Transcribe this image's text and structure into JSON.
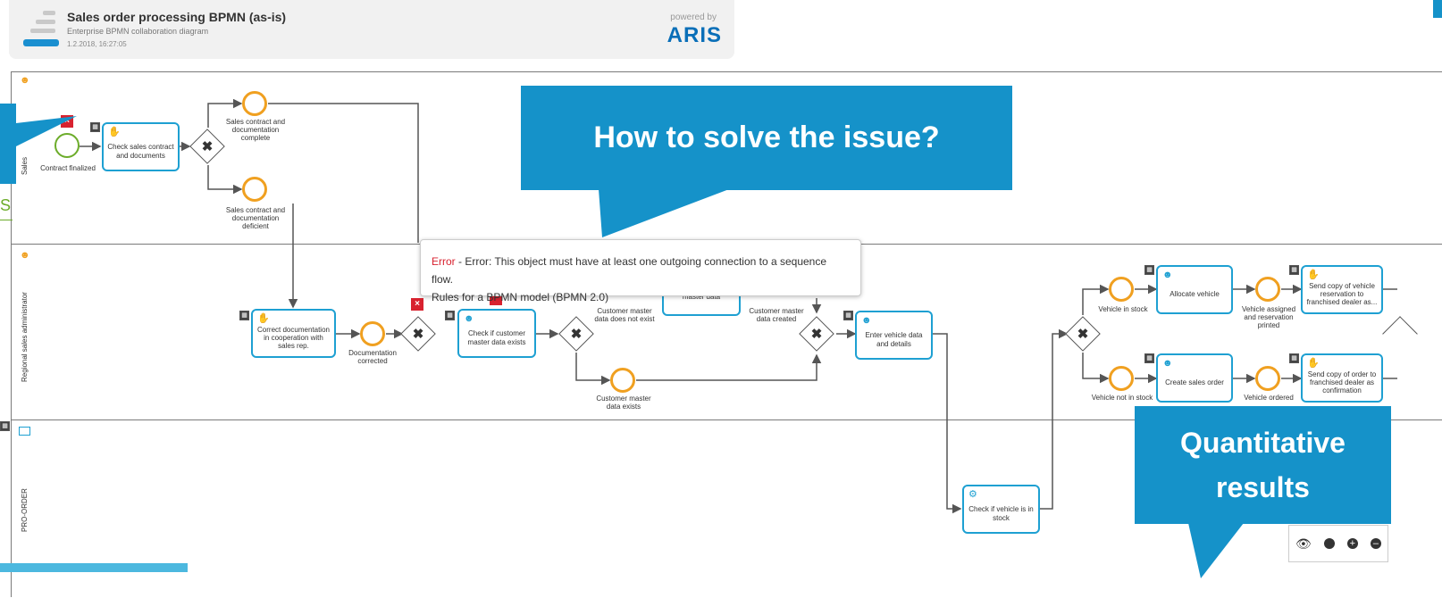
{
  "header": {
    "title": "Sales order processing BPMN (as-is)",
    "subtitle": "Enterprise BPMN collaboration diagram",
    "date": "1.2.2018, 16:27:05",
    "powered_by": "powered by",
    "brand": "ARIS"
  },
  "lanes": [
    {
      "label": "Sales"
    },
    {
      "label": "Regional sales administrator"
    },
    {
      "label": "PRO-ORDER"
    }
  ],
  "left_fragment": "S",
  "events": {
    "contract_finalized": "Contract finalized",
    "docs_complete": "Sales contract and documentation complete",
    "docs_deficient": "Sales contract and documentation deficient",
    "docs_corrected": "Documentation corrected",
    "cust_not_exist": "Customer master data does not exist",
    "cust_created": "Customer master data created",
    "cust_exists": "Customer master data exists",
    "vehicle_in_stock": "Vehicle in stock",
    "vehicle_not_in_stock": "Vehicle not in stock",
    "vehicle_assigned": "Vehicle assigned and reservation printed",
    "vehicle_ordered": "Vehicle ordered"
  },
  "tasks": {
    "check_contract": "Check sales contract and documents",
    "correct_docs": "Correct documentation in cooperation with sales rep.",
    "check_customer": "Check if customer master data exists",
    "create_master": "master data",
    "enter_vehicle": "Enter vehicle data and details",
    "check_stock": "Check if vehicle is in stock",
    "allocate_vehicle": "Allocate vehicle",
    "create_sales_order": "Create sales order",
    "send_reservation": "Send copy of vehicle reservation to franchised dealer as...",
    "send_order": "Send copy of order to franchised dealer as confirmation"
  },
  "tooltip": {
    "severity": "Error",
    "message": " - Error: This object must have at least one outgoing connection to a sequence flow.",
    "rule": "Rules for a BPMN model (BPMN 2.0)"
  },
  "callouts": {
    "top": "How to solve the issue?",
    "bottom": "Quantitative results"
  },
  "zoom_controls": [
    "eye-icon",
    "fit-100-icon",
    "zoom-in-icon",
    "zoom-out-icon"
  ],
  "colors": {
    "task_border": "#1ea0d2",
    "event_start": "#6cac2a",
    "event_intermediate": "#f0a020",
    "error": "#d8222f",
    "callout": "#1592c9",
    "brand": "#0a6fb8"
  }
}
